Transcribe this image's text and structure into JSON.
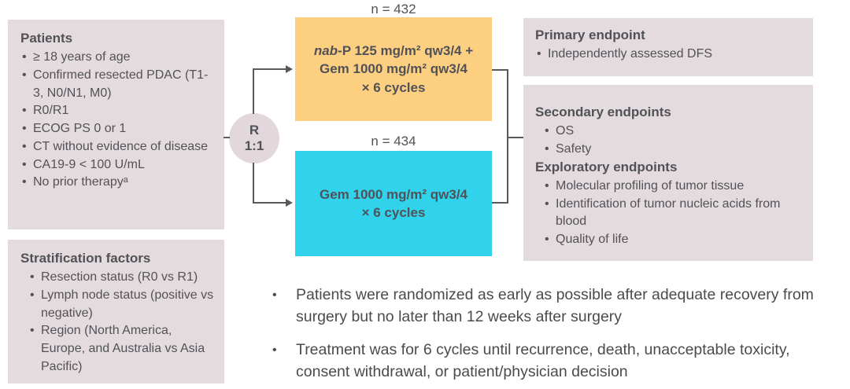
{
  "colors": {
    "panel_bg": "#e4dbde",
    "circle_bg": "#e2d8dc",
    "arm1_bg": "#fdcf81",
    "arm2_bg": "#30d2ec",
    "text": "#515257",
    "line": "#58595b"
  },
  "patients_box": {
    "title": "Patients",
    "items": [
      "≥ 18 years of age",
      "Confirmed resected PDAC (T1-3, N0/N1, M0)",
      "R0/R1",
      "ECOG PS 0 or 1",
      "CT without evidence of disease",
      "CA19-9 < 100 U/mL",
      "No prior therapyᵃ"
    ]
  },
  "stratification_box": {
    "title": "Stratification factors",
    "items": [
      "Resection status (R0 vs R1)",
      "Lymph node status (positive vs negative)",
      "Region (North America, Europe, and Australia vs Asia Pacific)"
    ]
  },
  "randomization": {
    "letter": "R",
    "ratio": "1:1"
  },
  "arm_nab_gem": {
    "n_label": "n = 432",
    "line1_italic": "nab",
    "line1_rest": "-P 125 mg/m² qw3/4 +",
    "line2": "Gem 1000 mg/m² qw3/4",
    "line3": "× 6 cycles"
  },
  "arm_gem": {
    "n_label": "n = 434",
    "line1": "Gem 1000 mg/m² qw3/4",
    "line2": "× 6 cycles"
  },
  "primary_box": {
    "title": "Primary endpoint",
    "items": [
      "Independently assessed DFS"
    ]
  },
  "endpoints_box": {
    "secondary_title": "Secondary endpoints",
    "secondary_items": [
      "OS",
      "Safety"
    ],
    "exploratory_title": "Exploratory endpoints",
    "exploratory_items": [
      "Molecular profiling of tumor tissue",
      "Identification of tumor nucleic acids from blood",
      "Quality of life"
    ]
  },
  "notes": [
    "Patients were randomized as early as possible after adequate recovery from surgery but no later than 12 weeks after surgery",
    "Treatment was for 6 cycles until recurrence, death, unacceptable toxicity, consent withdrawal, or patient/physician decision"
  ]
}
